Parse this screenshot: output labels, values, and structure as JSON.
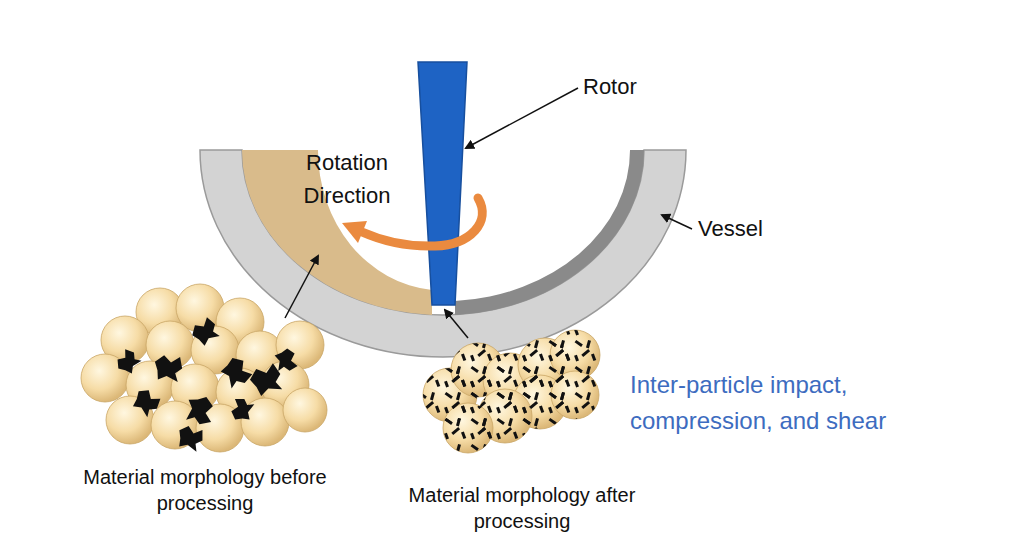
{
  "diagram": {
    "labels": [
      "Rotor",
      "Rotation Direction",
      "Vessel",
      "Inter-particle impact, compression, and shear",
      "Material morphology before processing",
      "Material morphology after processing"
    ]
  }
}
